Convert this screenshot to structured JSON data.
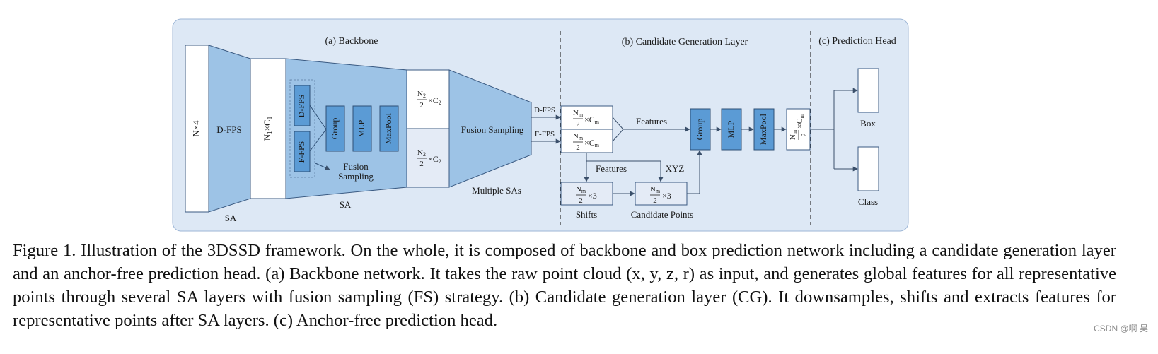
{
  "sections": {
    "backbone": "(a) Backbone",
    "candidate": "(b) Candidate Generation Layer",
    "prediction": "(c) Prediction Head"
  },
  "backbone": {
    "input": "N×4",
    "dfps_block": "D-FPS",
    "sa1_label": "SA",
    "n1c1": "N",
    "n1c1_sub": "1",
    "n1c1_rest": "×C",
    "n1c1_sub2": "1",
    "inner_dfps": "D-FPS",
    "inner_ffps": "F-FPS",
    "group": "Group",
    "mlp": "MLP",
    "maxpool": "MaxPool",
    "fusion_sampling_1": "Fusion",
    "fusion_sampling_2": "Sampling",
    "sa2_label": "SA",
    "frac_num": "N",
    "frac_num_sub": "2",
    "frac_den": "2",
    "frac_times": "×C",
    "frac_times_sub": "2",
    "fusion_label": "Fusion Sampling",
    "multiple_sas": "Multiple SAs"
  },
  "candidate": {
    "dfps": "D-FPS",
    "ffps": "F-FPS",
    "nm_num": "N",
    "nm_sub": "m",
    "nm_den": "2",
    "nm_times": "×C",
    "nm_times_sub": "m",
    "x3": "×3",
    "features_top": "Features",
    "features_mid": "Features",
    "xyz": "XYZ",
    "shifts": "Shifts",
    "candidate_points": "Candidate Points",
    "group": "Group",
    "mlp": "MLP",
    "maxpool": "MaxPool"
  },
  "prediction": {
    "box": "Box",
    "class": "Class"
  },
  "caption": "Figure 1. Illustration of the 3DSSD framework. On the whole, it is composed of backbone and box prediction network including a candidate generation layer and an anchor-free prediction head. (a) Backbone network. It takes the raw point cloud (x, y, z, r) as input, and generates global features for all representative points through several SA layers with fusion sampling (FS) strategy. (b) Candidate generation layer (CG). It downsamples, shifts and extracts features for representative points after SA layers. (c) Anchor-free prediction head.",
  "watermark": "CSDN @啊 昊",
  "colors": {
    "panel": "#dde8f5",
    "panel_stroke": "#9db6d6",
    "light_blue": "#9dc3e6",
    "mid_blue": "#5b9bd5",
    "dark_stroke": "#3a5a82"
  }
}
